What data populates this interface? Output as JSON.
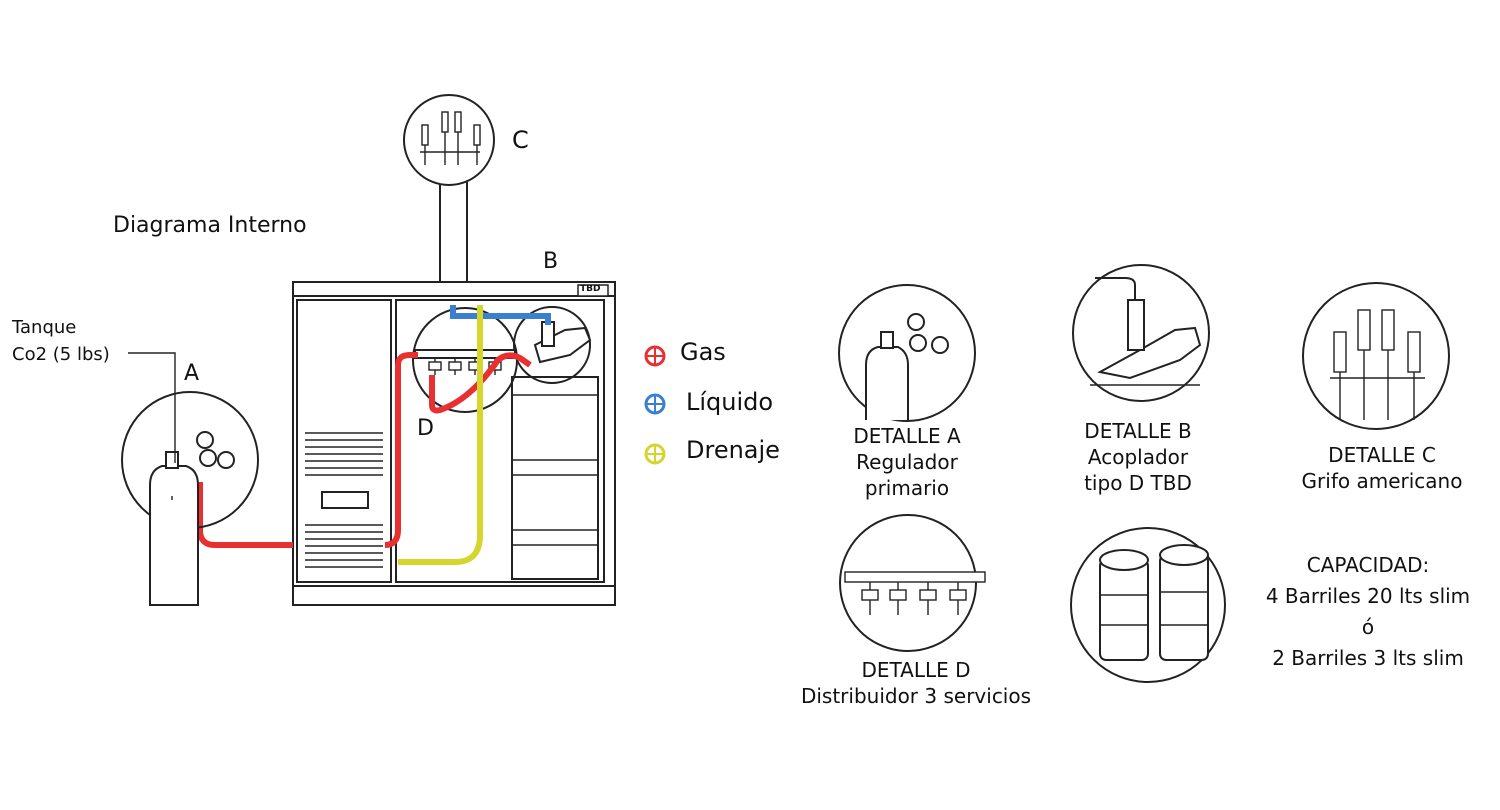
{
  "title": "Diagrama Interno",
  "tank_label": [
    "Tanque",
    "Co2 (5 lbs)"
  ],
  "markers": {
    "a": "A",
    "b": "B",
    "c": "C",
    "d": "D"
  },
  "tbd_logo": "TBD",
  "legend": [
    {
      "label": "Gas",
      "color": "#e83030"
    },
    {
      "label": "Líquido",
      "color": "#3a7fd0"
    },
    {
      "label": "Drenaje",
      "color": "#d4d62e"
    }
  ],
  "details": {
    "a": [
      "DETALLE A",
      "Regulador",
      "primario"
    ],
    "b": [
      "DETALLE B",
      "Acoplador",
      "tipo D TBD"
    ],
    "c": [
      "DETALLE C",
      "Grifo americano"
    ],
    "d": [
      "DETALLE D",
      "Distribuidor 3 servicios"
    ]
  },
  "capacity": [
    "CAPACIDAD:",
    "4 Barriles 20 lts slim",
    "ó",
    "2 Barriles 3 lts slim"
  ]
}
